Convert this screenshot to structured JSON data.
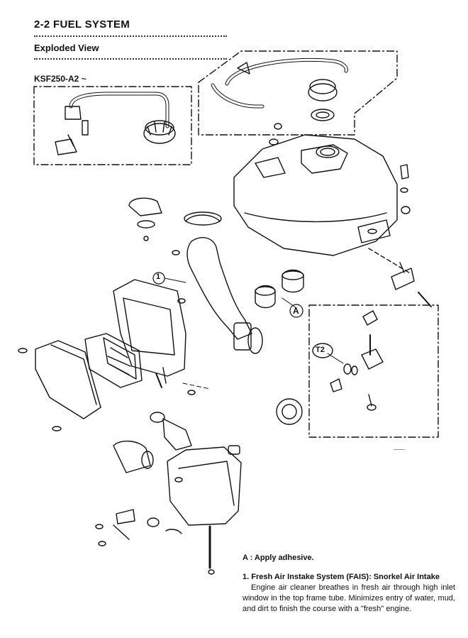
{
  "header": {
    "section_title": "2-2 FUEL SYSTEM",
    "subtitle": "Exploded View",
    "model_label": "KSF250-A2 ~"
  },
  "diagram": {
    "callout_1": "1",
    "callout_a": "A",
    "callout_t2": "T2"
  },
  "notes": {
    "adhesive_note": "A : Apply adhesive.",
    "feature_title": "1. Fresh Air Instake System (FAIS): Snorkel Air Intake",
    "feature_body": "Engine air cleaner breathes in fresh air through high inlet window in the top frame tube. Minimizes entry of water, mud, and dirt to finish the course with a \"fresh\" engine."
  }
}
